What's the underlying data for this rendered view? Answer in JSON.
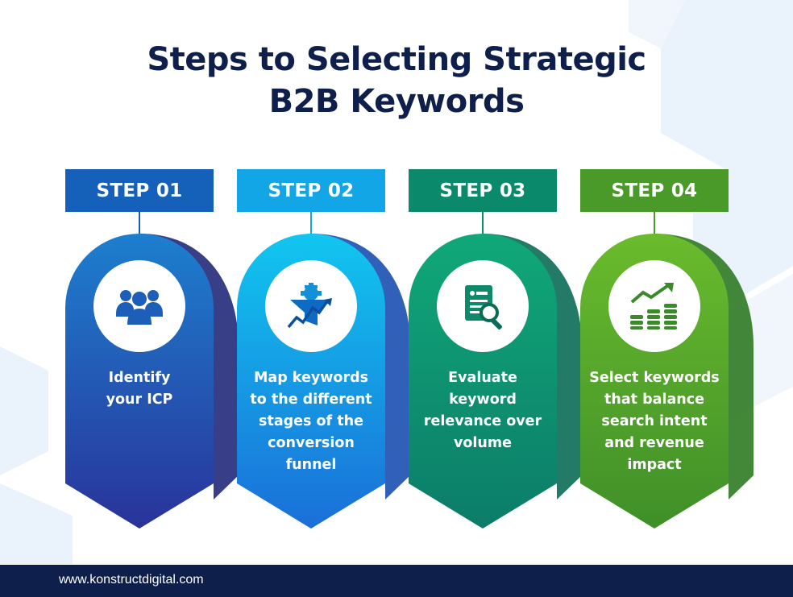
{
  "title": {
    "line1": "Steps to Selecting Strategic",
    "line2": "B2B Keywords"
  },
  "steps": [
    {
      "label": "STEP 01",
      "text": "Identify your ICP",
      "icon": "people-group-icon",
      "color_top": "#1d7fcf",
      "color_bottom": "#29339a"
    },
    {
      "label": "STEP 02",
      "text": "Map keywords to the different stages of the conversion funnel",
      "icon": "funnel-gear-icon",
      "color_top": "#11c6ef",
      "color_bottom": "#1a6fd8"
    },
    {
      "label": "STEP 03",
      "text": "Evaluate keyword relevance over volume",
      "icon": "document-search-icon",
      "color_top": "#10a878",
      "color_bottom": "#0c7c69"
    },
    {
      "label": "STEP 04",
      "text": "Select keywords that balance search intent and revenue impact",
      "icon": "coins-growth-icon",
      "color_top": "#6abb2c",
      "color_bottom": "#3f8f2a"
    }
  ],
  "footer": {
    "url": "www.konstructdigital.com"
  },
  "colors": {
    "title": "#0f1f4b",
    "footer_bg": "#0f1f4b",
    "step1_label": "#1560b8",
    "step2_label": "#13a6e6",
    "step3_label": "#0a8a6a",
    "step4_label": "#4a9a2a"
  }
}
